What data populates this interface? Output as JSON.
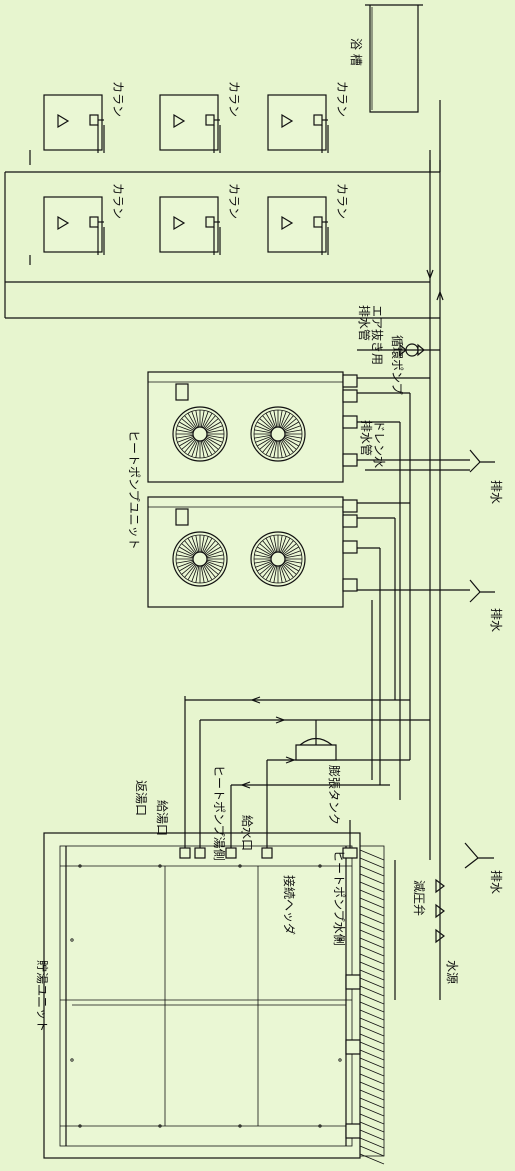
{
  "labels": {
    "bath": "浴 槽",
    "column": "カラン",
    "air_vent": "エア抜き用\n排水管",
    "circ_pump": "循環ポンプ",
    "heat_pump_unit": "ヒートポンプユニット",
    "drain_pipe": "ドレン水\n排水管",
    "drain": "排水",
    "expansion_tank": "膨張タンク",
    "return_port": "返湯口",
    "supply_port": "給湯口",
    "hp_hot_side": "ヒートポンプ湯側",
    "water_inlet": "給水口",
    "header": "接続ヘッダ",
    "hp_water_side": "ヒートポンプ水側",
    "storage_unit": "貯湯ユニット",
    "pressure_valve": "減圧弁",
    "water_source": "水源"
  }
}
